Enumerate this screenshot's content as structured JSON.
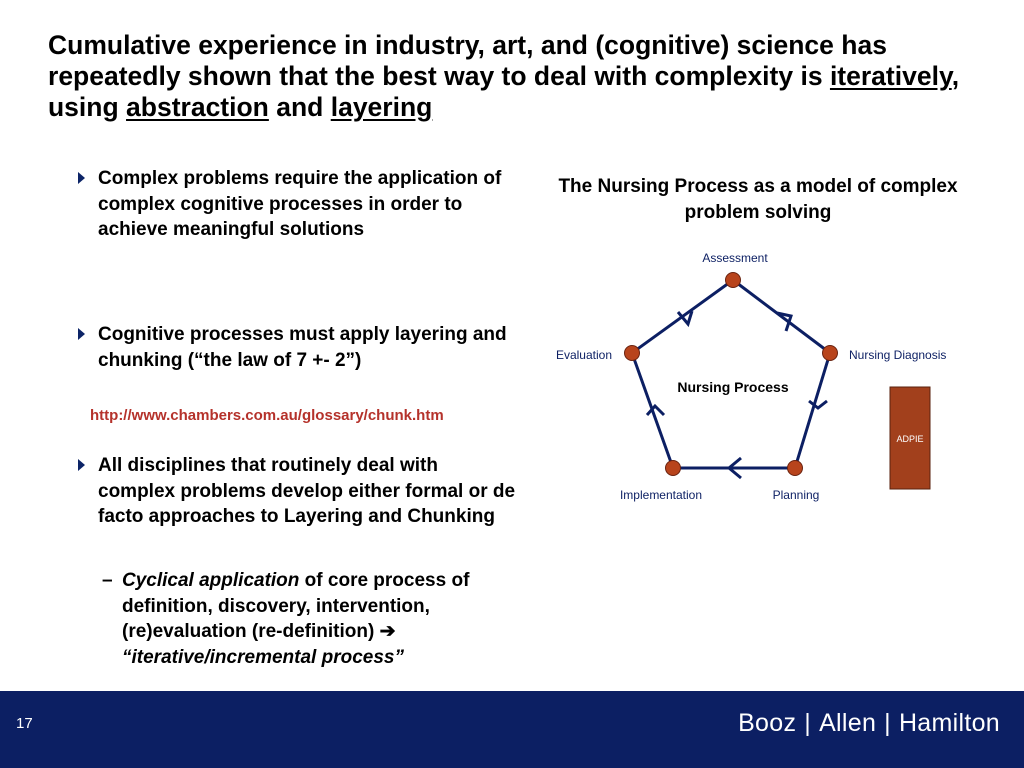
{
  "title": {
    "part1": "Cumulative experience in industry, art, and (cognitive) science has repeatedly shown that the best way to deal with complexity is ",
    "word1": "iteratively",
    "part2": ", using ",
    "word2": "abstraction",
    "part3": " and ",
    "word3": "layering"
  },
  "bullets": {
    "b1": "Complex problems require the application of complex cognitive processes in order to achieve meaningful solutions",
    "b2": "Cognitive processes must apply layering and chunking (“the law of 7 +- 2”)",
    "link": "http://www.chambers.com.au/glossary/chunk.htm",
    "b3": "All disciplines that routinely deal with complex problems develop either formal or de facto approaches to Layering and Chunking",
    "sub": {
      "dash": "–",
      "emph": "Cyclical application",
      "text1": " of core process of definition, discovery, intervention, (re)evaluation (re-definition) ",
      "arrow": "➔",
      "emph2": "“iterative/incremental process”"
    }
  },
  "diagram": {
    "title": "The Nursing Process as a model of complex problem solving",
    "center_label": "Nursing Process",
    "nodes": [
      "Assessment",
      "Nursing Diagnosis",
      "Planning",
      "Implementation",
      "Evaluation"
    ],
    "box_label": "ADPIE",
    "colors": {
      "node": "#b8441c",
      "edge": "#0c1f63",
      "box": "#a2401c",
      "label": "#0c1f63"
    }
  },
  "footer": {
    "page_number": "17",
    "brand": [
      "Booz",
      "Allen",
      "Hamilton"
    ],
    "separator": "|"
  }
}
